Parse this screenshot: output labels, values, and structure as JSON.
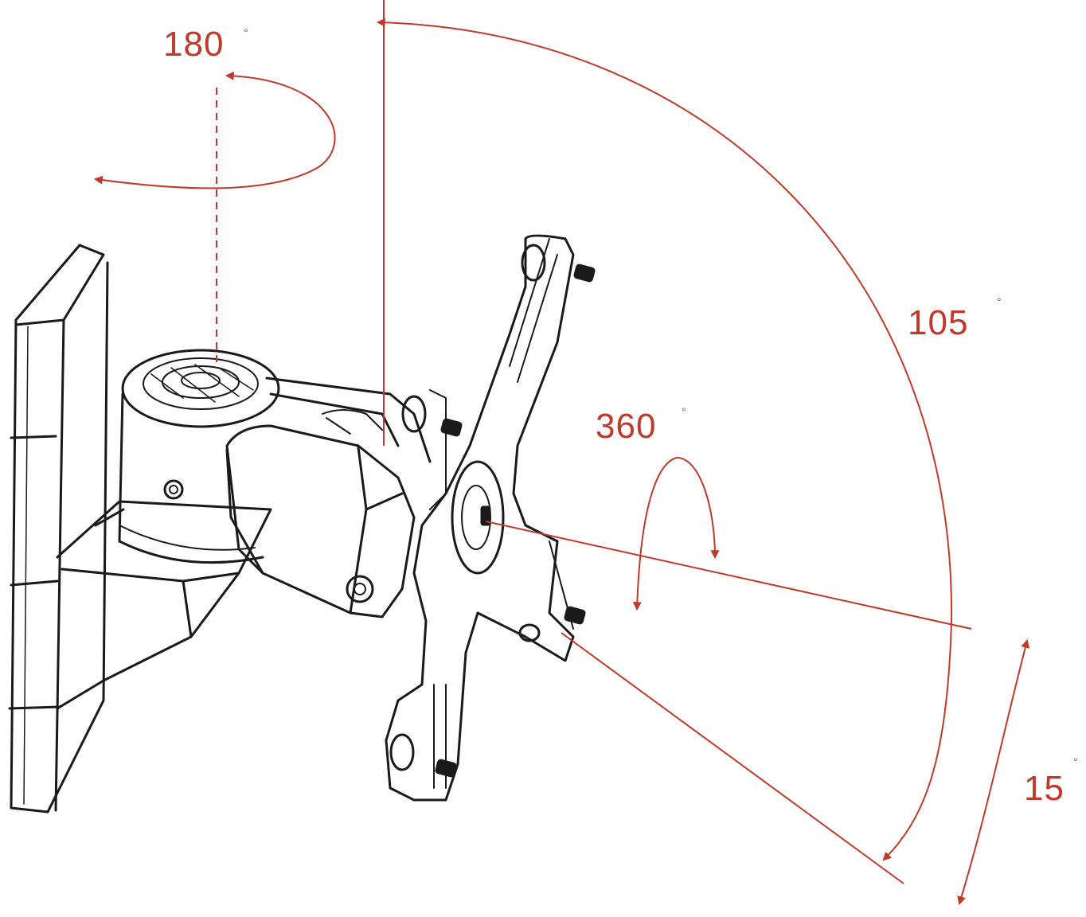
{
  "colors": {
    "annotation": "#c0392b",
    "ink": "#1a1a1a",
    "background": "#ffffff"
  },
  "labels": {
    "swivel_180": "180",
    "tilt_105": "105",
    "rotate_360": "360",
    "tilt_15": "15"
  },
  "degree_marks": {
    "swivel_180": "°",
    "tilt_105": "°",
    "rotate_360": "°",
    "tilt_15": "°"
  },
  "icons": [
    "arrowhead",
    "degree-symbol"
  ]
}
